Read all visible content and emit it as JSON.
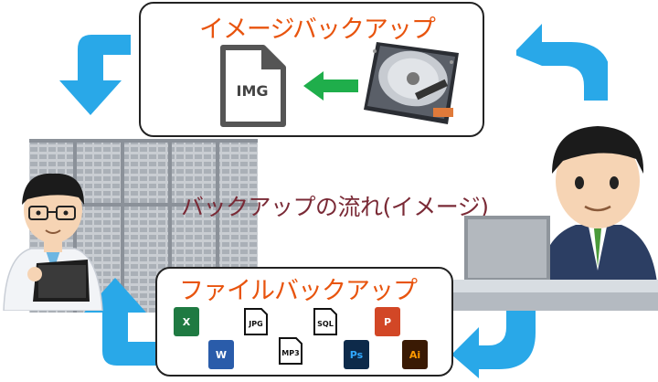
{
  "center_title": "バックアップの流れ(イメージ)",
  "image_backup": {
    "title": "イメージバックアップ",
    "img_icon_label": "IMG"
  },
  "file_backup": {
    "title": "ファイルバックアップ",
    "icons": [
      "X",
      "W",
      "JPG",
      "MP3",
      "SQL",
      "Ps",
      "P",
      "Ai"
    ]
  },
  "colors": {
    "title_orange": "#e8540e",
    "center_title": "#7a2a36",
    "cycle_arrow": "#29a8e8",
    "green_arrow": "#1fae4b"
  }
}
